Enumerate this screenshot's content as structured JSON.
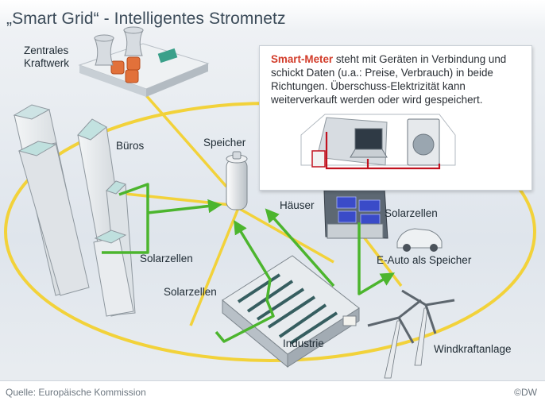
{
  "title": "„Smart Grid“ - Intelligentes Stromnetz",
  "info_box": {
    "highlight": "Smart-Meter",
    "text": " steht mit Geräten in Verbindung und schickt Daten (u.a.: Preise, Verbrauch) in beide Richtungen. Überschuss-Elektrizität kann weiterverkauft werden oder wird gespeichert."
  },
  "labels": {
    "power_plant": "Zentrales\nKraftwerk",
    "offices": "Büros",
    "storage": "Speicher",
    "houses": "Häuser",
    "solar_houses": "Solarzellen",
    "ecar": "E-Auto als Speicher",
    "solar_offices": "Solarzellen",
    "solar_industry": "Solarzellen",
    "industry": "Industrie",
    "wind": "Windkraftanlage"
  },
  "footer": {
    "source": "Quelle: Europäische Kommission",
    "logo": "©DW"
  },
  "colors": {
    "grid_ring": "#f2d23a",
    "flow_arrows": "#4cb52e",
    "meter_line": "#c1121f",
    "highlight": "#d23c2a"
  }
}
